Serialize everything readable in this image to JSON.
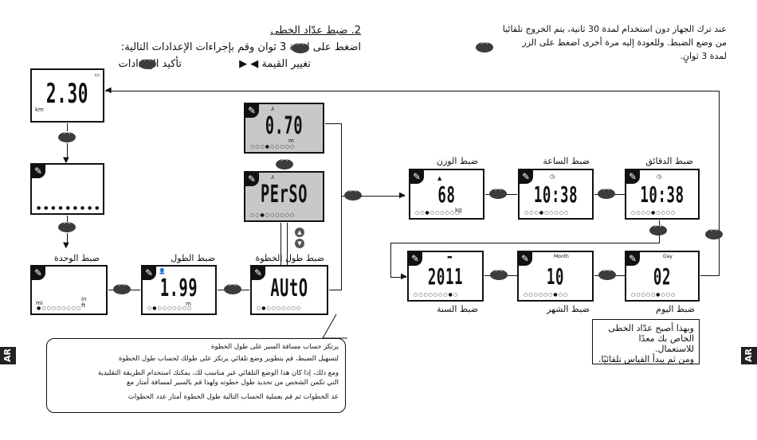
{
  "intro_right": {
    "line1": "عند ترك الجهاز دون استخدام لمدة 30 ثانية، يتم الخروج تلقائيا",
    "line2": "من وضع الضبط. وللعودة إليه مرة أخرى اضغط على الزر",
    "line3": "لمدة 3 ثوانٍ."
  },
  "section2": {
    "title": "2. ضبط عدّاد الخطى",
    "instruction": "اضغط على     لمدة 3 ثوان وقم بإجراءات الإعدادات التالية:",
    "change_value": "تغيير القيمة ◀ ▶",
    "confirm": "تأكيد الإعدادات"
  },
  "screens": {
    "main": {
      "value": "2.30",
      "unit": "km"
    },
    "blank": {
      "dots": "● ● ● ● ● ● ● ● ●"
    },
    "unit": {
      "label": "ضبط الوحدة",
      "mi": "mi",
      "in": "in",
      "ft": "ft",
      "dots": "●○○○○○○○○"
    },
    "length": {
      "label": "ضبط الطول",
      "value": "1.99",
      "unit": "m",
      "dots": "○●○○○○○○○"
    },
    "auto": {
      "label": "ضبط طول الخطوة",
      "value": "AUtO",
      "dots": "○●○○○○○○○"
    },
    "perso": {
      "value": "PErSO",
      "dots": "○○●○○○○○○"
    },
    "stride": {
      "value": "0.70",
      "unit": "m",
      "dots": "○○○●○○○○○"
    },
    "weight": {
      "label": "ضبط الوزن",
      "value": "68",
      "unit": "kg",
      "dots": "○○●○○○○○○"
    },
    "hour": {
      "label": "ضبط الساعة",
      "value": "10:38",
      "dots": "○○○●○○○○○"
    },
    "minute": {
      "label": "ضبط الدقائق",
      "value": "10:38",
      "dots": "○○○○●○○○○"
    },
    "year": {
      "label": "ضبط السنة",
      "value": "2011",
      "dots": "○○○○○○○●○"
    },
    "month": {
      "label": "ضبط الشهر",
      "value": "10",
      "tag": "Month",
      "dots": "○○○○○○●○○"
    },
    "day": {
      "label": "ضبط اليوم",
      "value": "02",
      "tag": "Day",
      "dots": "○○○○○●○○○"
    }
  },
  "callout": {
    "line1": "يرتكز حساب مسافة السير على طول الخطوة",
    "line2": "لتسهيل الضبط، قم بتطوير وضع تلقائي يرتكز على طولك لحساب طول الخطوة",
    "line3": "ومع ذلك، إذا كان هذا الوضع التلقائي غير مناسب لك، يمكنك استخدام الطريقة التقليدية",
    "line4": "التي تكمن الشخص من تحديد طول خطوته  ولهذا قم بالسير لمسافة      أمتار مع",
    "line5": "عد الخطوات ثم قم بعملية الحساب التالية  طول الخطوة        أمتار     عدد الخطوات"
  },
  "note": {
    "line1": "وبهذا أصبح عدّاد الخطى",
    "line2": "الخاص بك معدًا للاستعمال.",
    "line3": "ومن ثم يبدأ القياس تلقائيًا."
  },
  "side_tag": "AR",
  "colors": {
    "lcd_grey": "#c8c8c8",
    "button": "#3c3c3c",
    "ink": "#111111"
  },
  "icons": [
    "wrench-icon",
    "button-icon",
    "up-icon",
    "down-icon",
    "battery-icon",
    "clock-icon",
    "person-icon"
  ]
}
